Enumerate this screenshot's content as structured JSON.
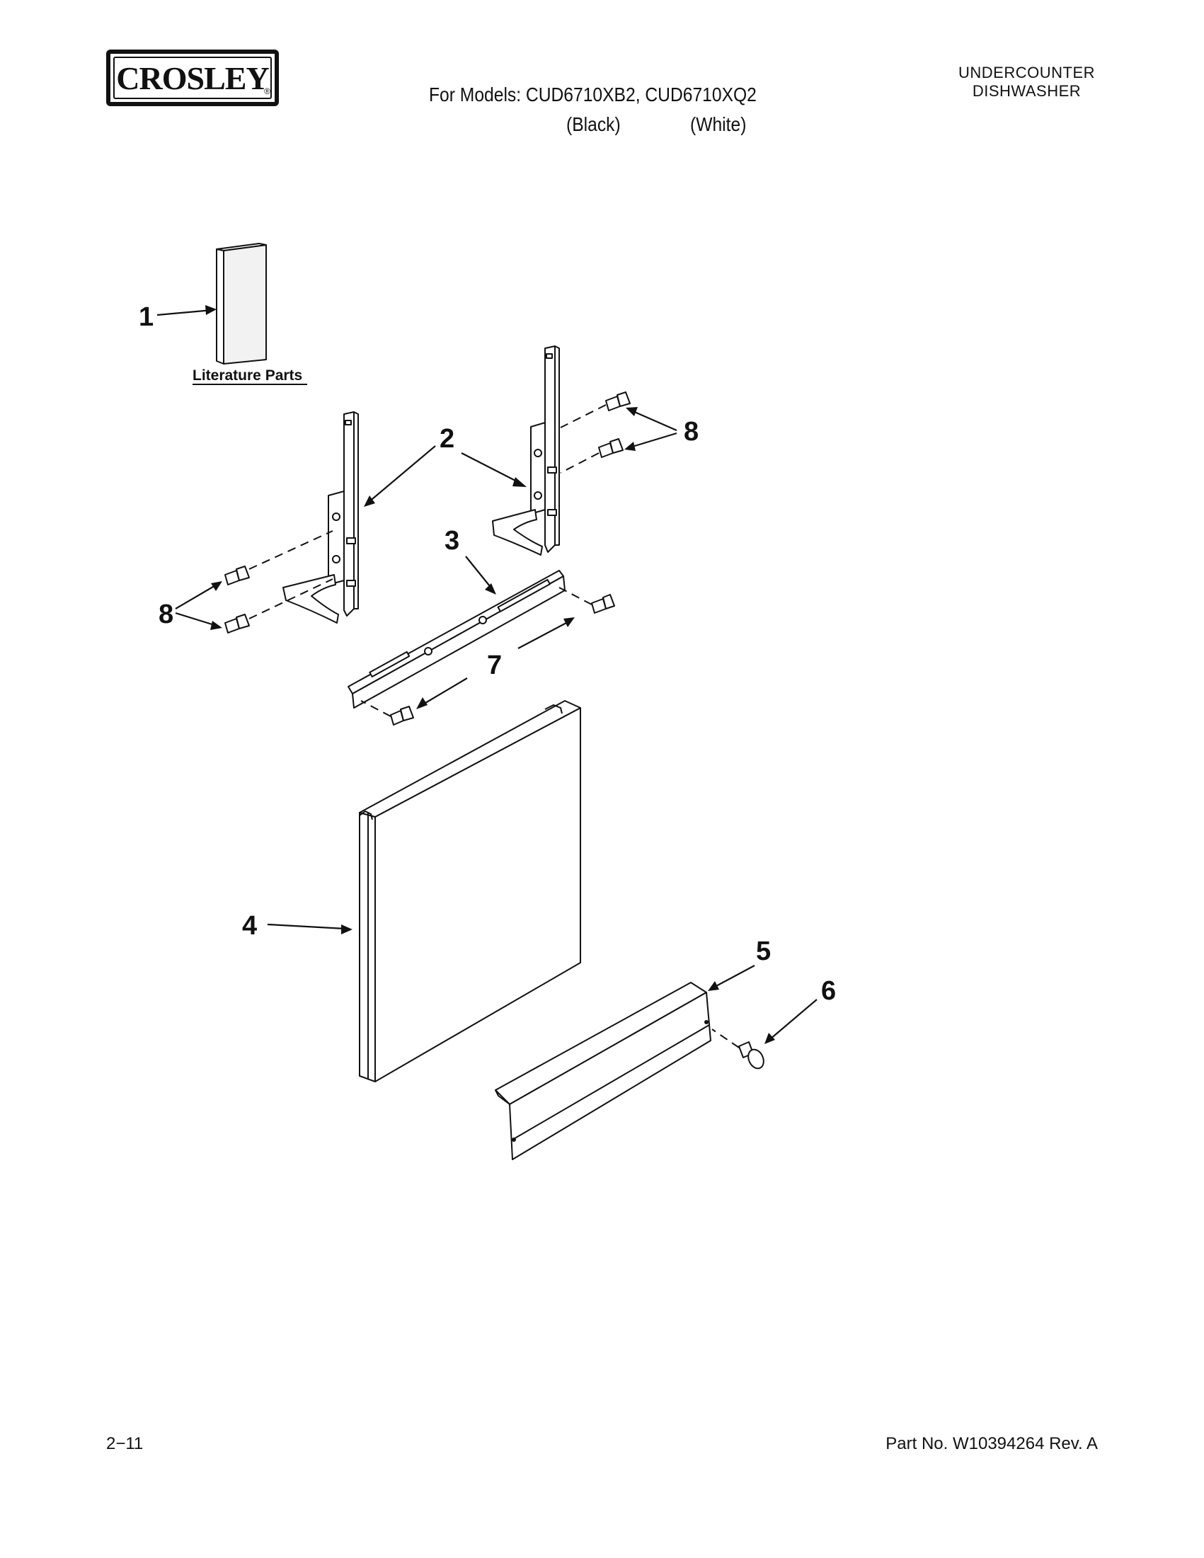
{
  "header": {
    "brand": "CROSLEY",
    "registered_mark": "®",
    "models_line": "For Models: CUD6710XB2, CUD6710XQ2",
    "variant_black": "(Black)",
    "variant_white": "(White)",
    "product_line1": "UNDERCOUNTER",
    "product_line2": "DISHWASHER"
  },
  "diagram": {
    "literature_caption": "Literature Parts",
    "callouts": [
      "1",
      "2",
      "3",
      "4",
      "5",
      "6",
      "7",
      "8",
      "8"
    ]
  },
  "footer": {
    "page_number": "2−11",
    "part_number": "Part No. W10394264 Rev. A"
  }
}
